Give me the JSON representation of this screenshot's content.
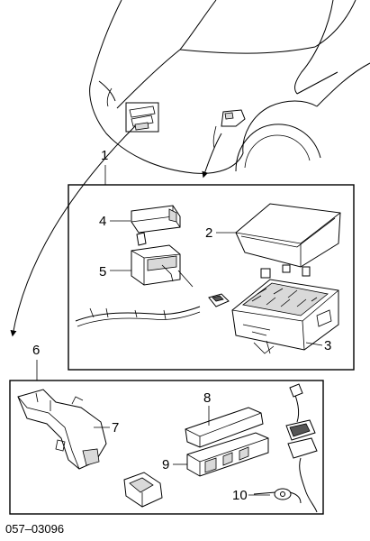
{
  "callouts": {
    "c1": "1",
    "c2": "2",
    "c3": "3",
    "c4": "4",
    "c5": "5",
    "c6": "6",
    "c7": "7",
    "c8": "8",
    "c9": "9",
    "c10": "10"
  },
  "diagram_code": "057–03096",
  "icons": {
    "arrow": "curved-arrow",
    "car": "car-outline"
  }
}
